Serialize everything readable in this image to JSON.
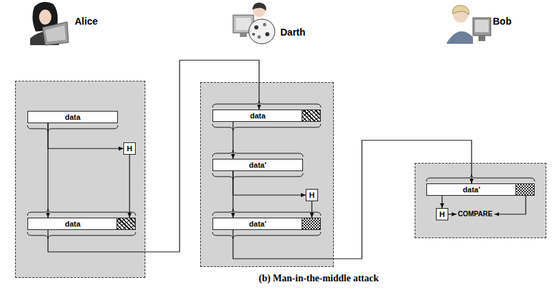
{
  "diagram": {
    "caption": "(b) Man-in-the-middle attack",
    "nodes": [
      {
        "text": [
          "Alice"
        ]
      },
      {
        "text": [
          "data"
        ],
        "in": 0
      },
      {
        "text": [
          "H"
        ],
        "in": 0
      },
      {
        "text": [
          "data"
        ],
        "in": 0
      },
      {
        "text": [
          "Darth"
        ]
      },
      {
        "text": [
          "data"
        ],
        "in": 4
      },
      {
        "text": [
          "data′"
        ],
        "in": 4
      },
      {
        "text": [
          "H"
        ],
        "in": 4
      },
      {
        "text": [
          "data′"
        ],
        "in": 4
      },
      {
        "text": [
          "Bob"
        ]
      },
      {
        "text": [
          "data′"
        ],
        "in": 9
      },
      {
        "text": [
          "H"
        ],
        "in": 9
      }
    ],
    "edges": [
      {
        "from": 1,
        "to": 3,
        "arrow": "to"
      },
      {
        "from": 1,
        "to": 2,
        "arrow": "to"
      },
      {
        "from": 2,
        "to": 3,
        "arrow": "to"
      },
      {
        "from": 3,
        "to": 5,
        "arrow": "to"
      },
      {
        "from": 5,
        "to": 6,
        "arrow": "to"
      },
      {
        "from": 6,
        "to": 7,
        "arrow": "to"
      },
      {
        "from": 6,
        "to": 8,
        "arrow": "to"
      },
      {
        "from": 7,
        "to": 8,
        "arrow": "to"
      },
      {
        "from": 8,
        "to": 10,
        "arrow": "to"
      },
      {
        "from": 10,
        "to": 11,
        "arrow": "to"
      }
    ],
    "labels": [
      "COMPARE"
    ]
  }
}
